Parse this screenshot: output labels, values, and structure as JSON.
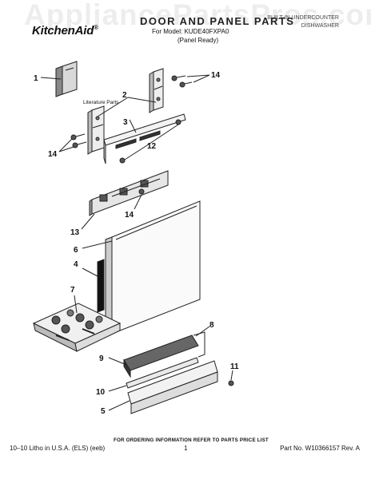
{
  "header": {
    "brand": "KitchenAid",
    "brand_mark": "®",
    "title": "DOOR AND PANEL PARTS",
    "model_line": "For Model: KUDE40FXPA0",
    "panel_note": "(Panel Ready)",
    "category_line1": "BUILT-IN UNDERCOUNTER",
    "category_line2": "DISHWASHER"
  },
  "watermark": {
    "text": "AppliancePartsPros.com",
    "mark": "®"
  },
  "diagram": {
    "literature_label": "Literature Parts",
    "callouts": {
      "c1": "1",
      "c2": "2",
      "c3": "3",
      "c14a": "14",
      "c14b": "14",
      "c12": "12",
      "c14c": "14",
      "c13": "13",
      "c6": "6",
      "c4": "4",
      "c7": "7",
      "c8": "8",
      "c9": "9",
      "c11": "11",
      "c10": "10",
      "c5": "5"
    }
  },
  "footer": {
    "ordering": "FOR ORDERING INFORMATION REFER TO PARTS PRICE LIST",
    "print_info": "10–10 Litho in U.S.A. (ELS) (eeb)",
    "page_number": "1",
    "part_number": "Part No. W10366157 Rev. A"
  }
}
